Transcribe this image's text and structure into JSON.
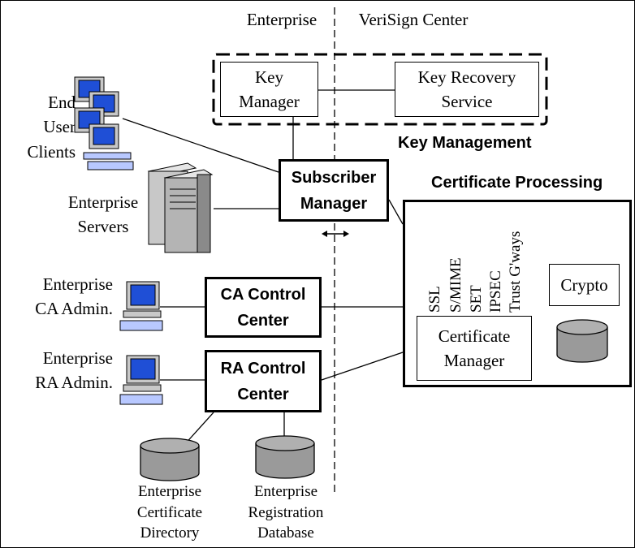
{
  "header": {
    "left_zone": "Enterprise",
    "right_zone": "VeriSign Center"
  },
  "key_management": {
    "title": "Key Management",
    "key_manager": "Key\nManager",
    "key_recovery": "Key Recovery\nService"
  },
  "subscriber_manager": "Subscriber\nManager",
  "ca_control_center": "CA Control\nCenter",
  "ra_control_center": "RA Control\nCenter",
  "certificate_processing": {
    "title": "Certificate Processing",
    "protocols": [
      "SSL",
      "S/MIME",
      "SET",
      "IPSEC",
      "Trust G'ways"
    ],
    "crypto": "Crypto",
    "certificate_manager": "Certificate\nManager"
  },
  "left_labels": {
    "end_user_clients": "End\nUser\nClients",
    "enterprise_servers": "Enterprise\nServers",
    "enterprise_ca_admin": "Enterprise\nCA Admin.",
    "enterprise_ra_admin": "Enterprise\nRA Admin."
  },
  "databases": {
    "certificate_directory": "Enterprise\nCertificate\nDirectory",
    "registration_database": "Enterprise\nRegistration\nDatabase"
  },
  "colors": {
    "monitor_screen": "#1f4fd6",
    "database_fill": "#9a9a9a",
    "server_fill": "#c8c8c8"
  }
}
